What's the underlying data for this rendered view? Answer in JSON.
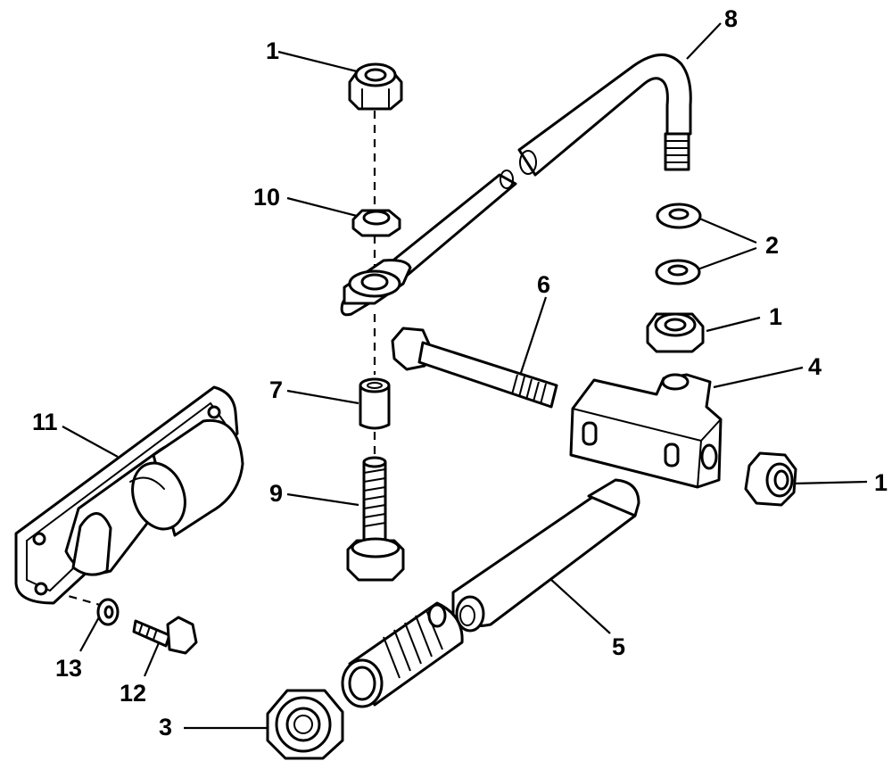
{
  "callouts": [
    {
      "id": "c1a",
      "text": "1"
    },
    {
      "id": "c10",
      "text": "10"
    },
    {
      "id": "c8",
      "text": "8"
    },
    {
      "id": "c2",
      "text": "2"
    },
    {
      "id": "c1b",
      "text": "1"
    },
    {
      "id": "c6",
      "text": "6"
    },
    {
      "id": "c4",
      "text": "4"
    },
    {
      "id": "c7",
      "text": "7"
    },
    {
      "id": "c11",
      "text": "11"
    },
    {
      "id": "c1c",
      "text": "1"
    },
    {
      "id": "c9",
      "text": "9"
    },
    {
      "id": "c5",
      "text": "5"
    },
    {
      "id": "c13",
      "text": "13"
    },
    {
      "id": "c12",
      "text": "12"
    },
    {
      "id": "c3",
      "text": "3"
    }
  ]
}
